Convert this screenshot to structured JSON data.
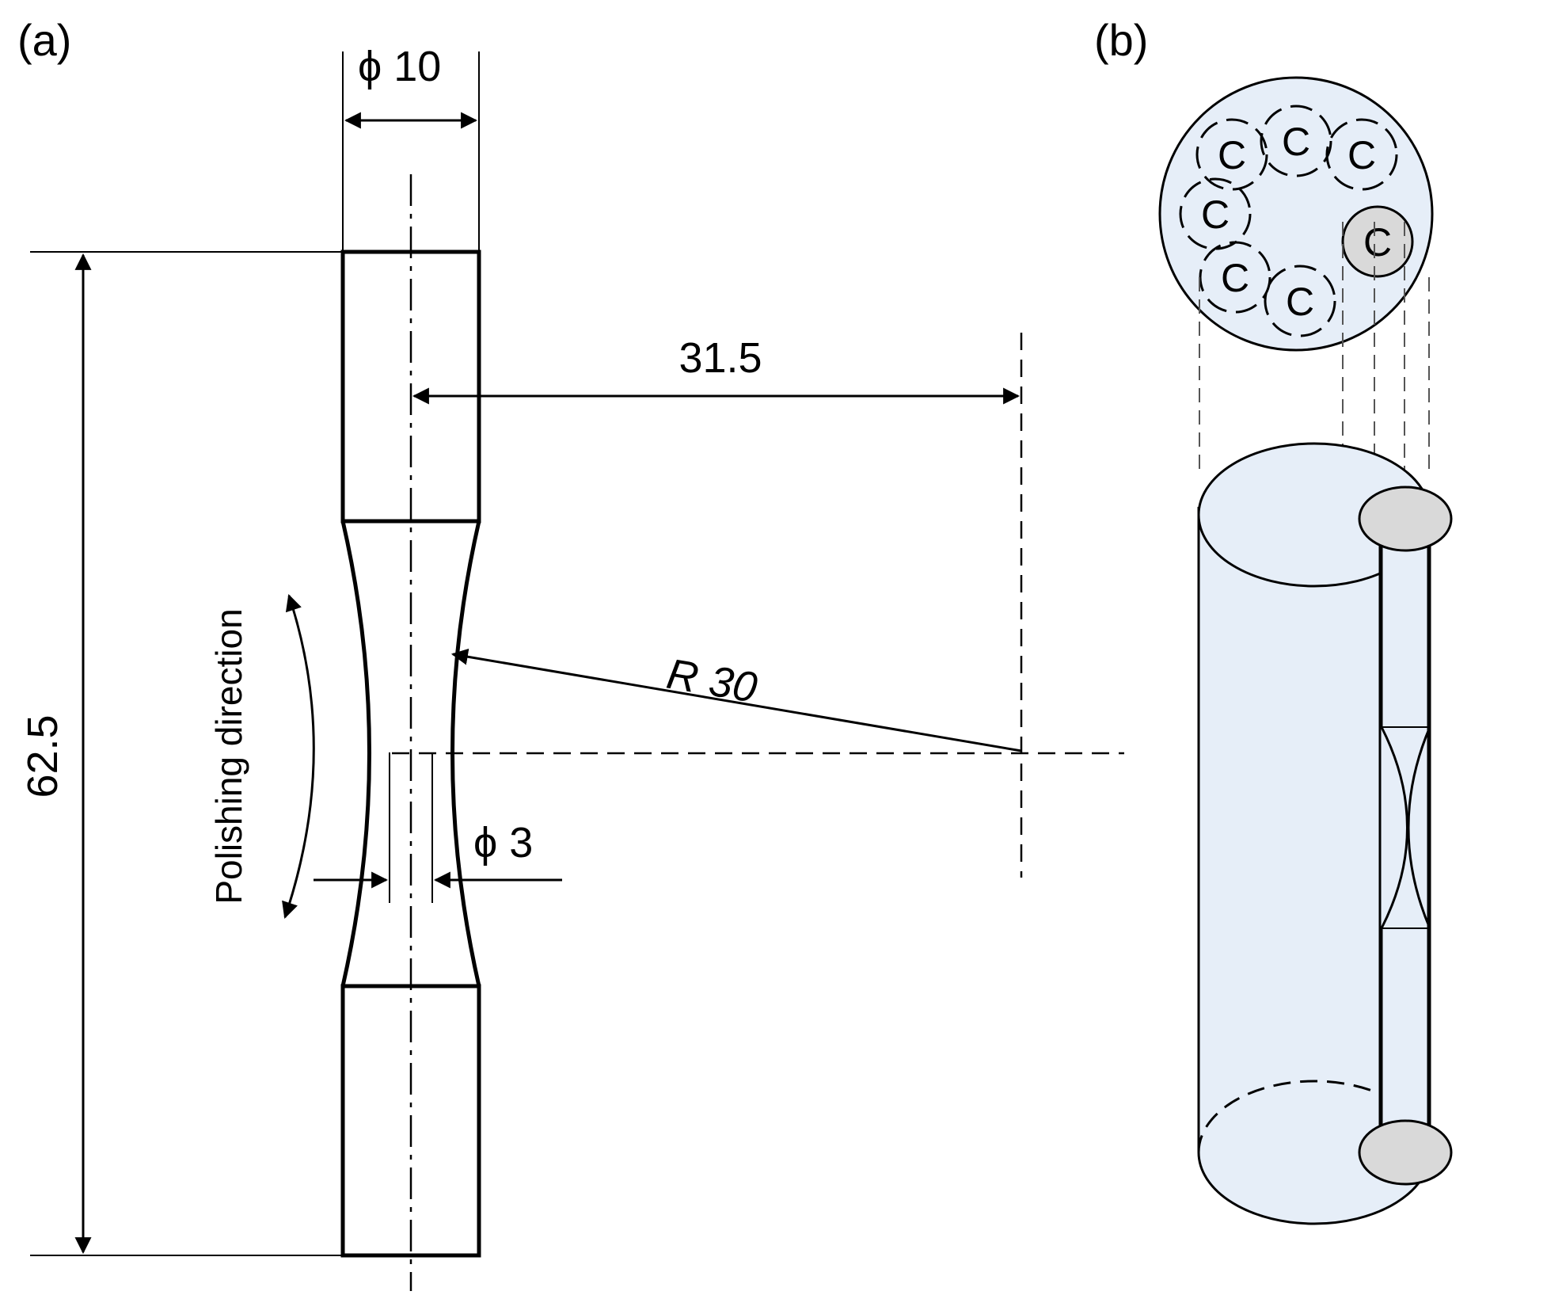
{
  "panel_a": {
    "label": "(a)",
    "dim_top_diameter": "ϕ 10",
    "dim_length": "62.5",
    "dim_radius_offset": "31.5",
    "dim_radius": "R 30",
    "dim_neck_diameter": "ϕ 3",
    "polishing_label": "Polishing direction"
  },
  "panel_b": {
    "label": "(b)",
    "cut_markers": [
      "C",
      "C",
      "C",
      "C",
      "C",
      "C",
      "C"
    ]
  }
}
